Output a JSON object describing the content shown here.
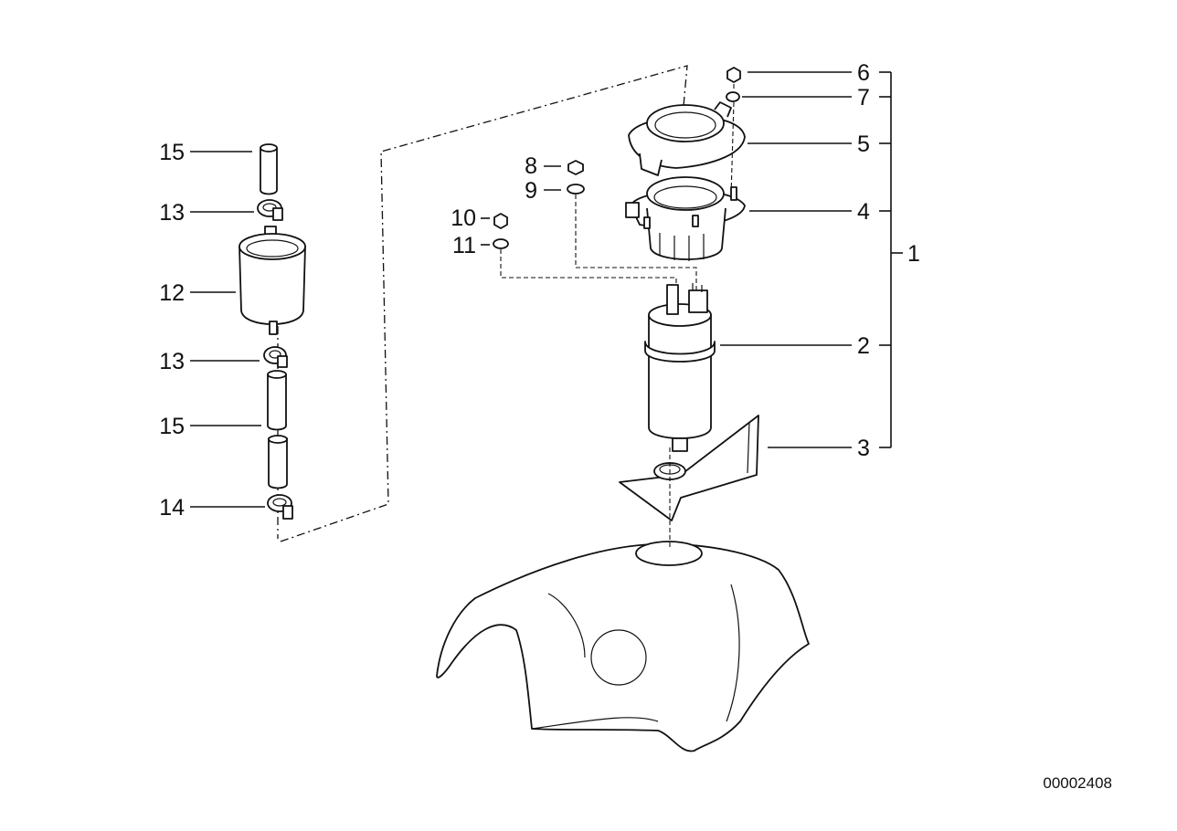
{
  "callouts": {
    "c1": "1",
    "c2": "2",
    "c3": "3",
    "c4": "4",
    "c5": "5",
    "c6": "6",
    "c7": "7",
    "c8": "8",
    "c9": "9",
    "c10": "10",
    "c11": "11",
    "c12": "12",
    "c13a": "13",
    "c13b": "13",
    "c14": "14",
    "c15a": "15",
    "c15b": "15"
  },
  "document_number": "00002408"
}
